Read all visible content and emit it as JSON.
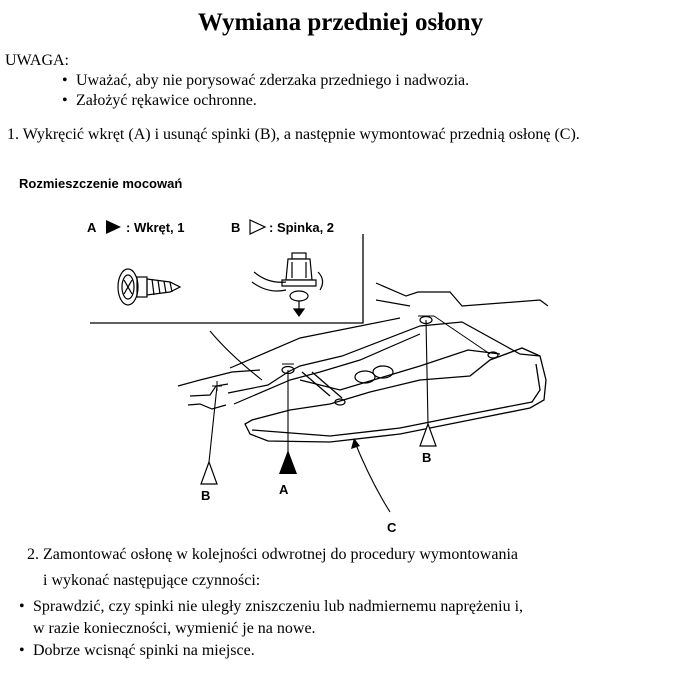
{
  "title": "Wymiana przedniej osłony",
  "warning": {
    "label": "UWAGA:",
    "items": [
      "Uważać, aby nie porysować zderzaka przedniego i nadwozia.",
      "Założyć rękawice ochronne."
    ]
  },
  "step1": "1. Wykręcić wkręt (A) i usunąć spinki (B), a następnie wymontować przednią osłonę (C).",
  "figure": {
    "heading": "Rozmieszczenie mocowań",
    "legend_a_letter": "A",
    "legend_a_text": ": Wkręt, 1",
    "legend_b_letter": "B",
    "legend_b_text": ": Spinka, 2",
    "callouts": {
      "b_left": "B",
      "a": "A",
      "b_right": "B",
      "c": "C"
    }
  },
  "step2": {
    "line1": "2. Zamontować osłonę w kolejności odwrotnej do procedury wymontowania",
    "line2": "i wykonać następujące czynności:"
  },
  "checks": [
    {
      "line1": "Sprawdzić, czy spinki nie uległy zniszczeniu lub nadmiernemu naprężeniu i,",
      "line2": "w razie konieczności, wymienić je na nowe."
    },
    {
      "line1": "Dobrze wcisnąć spinki na miejsce.",
      "line2": ""
    }
  ]
}
